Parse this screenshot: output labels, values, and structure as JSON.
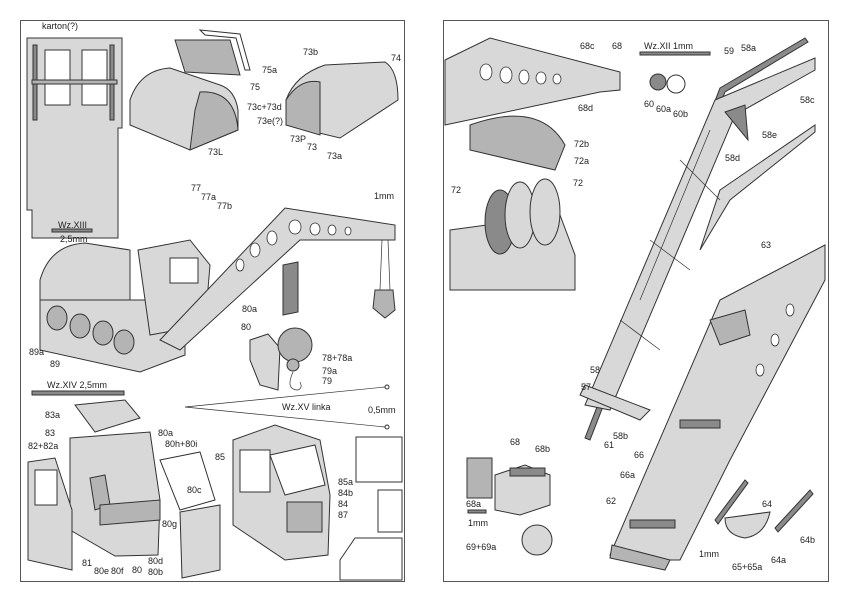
{
  "left_page": {
    "labels": {
      "karton": "karton(?)",
      "p75a": "75a",
      "p75": "75",
      "p73b": "73b",
      "p74": "74",
      "p73cd": "73c+73d",
      "p73e": "73e(?)",
      "p73L": "73L",
      "p73P": "73P",
      "p73": "73",
      "p73a": "73a",
      "p77": "77",
      "p77a": "77a",
      "p77b": "77b",
      "wz13": "Wz.XIII",
      "wz13_size": "2,5mm",
      "mm1": "1mm",
      "p80a_top": "80a",
      "p80_top": "80",
      "p78": "78+78a",
      "p79a": "79a",
      "p79": "79",
      "p89a": "89a",
      "p89": "89",
      "wz14": "Wz.XIV  2,5mm",
      "wz15": "Wz.XV  linka",
      "wz15_size": "0,5mm",
      "p83a": "83a",
      "p83": "83",
      "p82": "82+82a",
      "p80a": "80a",
      "p80hi": "80h+80i",
      "p85": "85",
      "p85a": "85a",
      "p84b": "84b",
      "p84": "84",
      "p87": "87",
      "p80c": "80c",
      "p80g": "80g",
      "p81": "81",
      "p80e": "80e",
      "p80f": "80f",
      "p80": "80",
      "p80d": "80d",
      "p80b": "80b"
    }
  },
  "right_page": {
    "labels": {
      "p68c": "68c",
      "p68": "68",
      "p68d": "68d",
      "wz12": "Wz.XII  1mm",
      "p59": "59",
      "p58a": "58a",
      "p58c": "58c",
      "p60": "60",
      "p60a": "60a",
      "p60b": "60b",
      "p72b": "72b",
      "p72a": "72a",
      "p72_left": "72",
      "p72_right": "72",
      "p58e": "58e",
      "p58d": "58d",
      "p63": "63",
      "p58": "58",
      "p57": "57",
      "p58b": "58b",
      "p61": "61",
      "p68_bottom": "68",
      "p68b": "68b",
      "p66": "66",
      "p66a": "66a",
      "p68a": "68a",
      "mm1_left": "1mm",
      "p62": "62",
      "p64": "64",
      "p64b": "64b",
      "mm1_right": "1mm",
      "p64a": "64a",
      "p65": "65+65a",
      "p69": "69+69a"
    }
  }
}
